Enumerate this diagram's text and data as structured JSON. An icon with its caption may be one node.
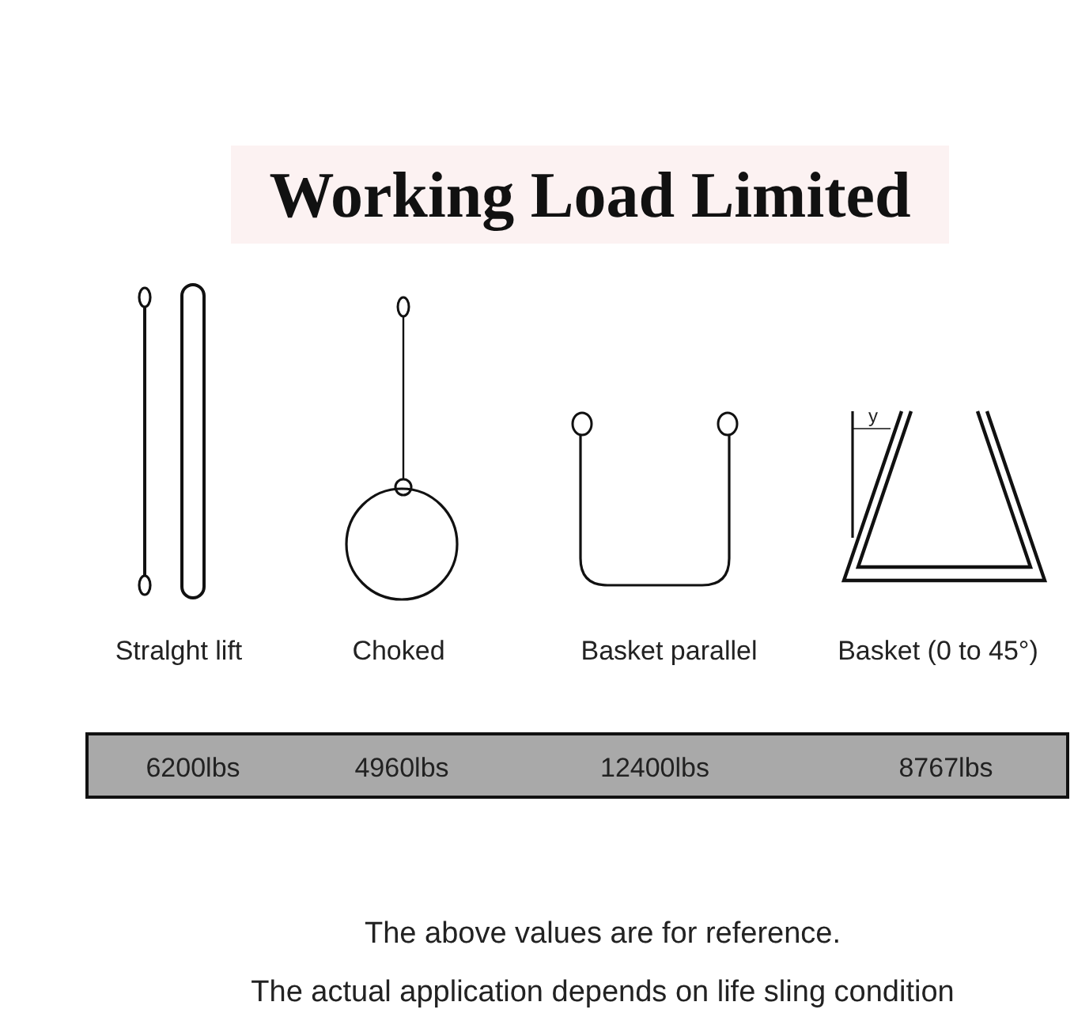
{
  "diagram": {
    "title": "Working Load Limited",
    "labels": [
      "y",
      "Stralght lift",
      "Choked",
      "Basket parallel",
      "Basket (0 to 45°)",
      "6200lbs",
      "4960lbs",
      "12400lbs",
      "8767lbs",
      "The above values are for reference.",
      "The actual application depends on life sling condition"
    ]
  }
}
